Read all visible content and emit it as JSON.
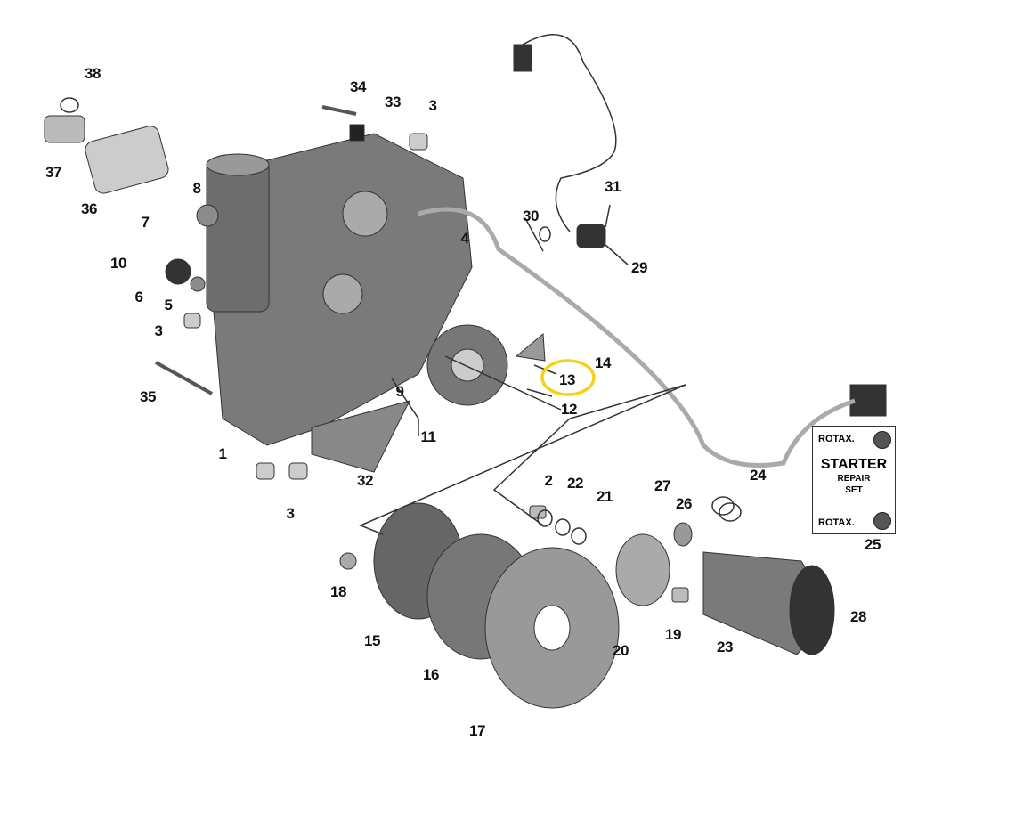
{
  "title": "Rotax engine magneto and starter parts diagram",
  "highlight_color": "#f2d21b",
  "highlighted_part": "13",
  "labels": {
    "p38": "38",
    "p37": "37",
    "p36": "36",
    "p34": "34",
    "p33": "33",
    "p3a": "3",
    "p8": "8",
    "p7": "7",
    "p10": "10",
    "p6": "6",
    "p5": "5",
    "p3b": "3",
    "p4": "4",
    "p30": "30",
    "p31": "31",
    "p29": "29",
    "p14": "14",
    "p13": "13",
    "p12": "12",
    "p9": "9",
    "p35": "35",
    "p11": "11",
    "p1": "1",
    "p32": "32",
    "p3c": "3",
    "p2": "2",
    "p22": "22",
    "p21": "21",
    "p27": "27",
    "p26": "26",
    "p24": "24",
    "p25": "25",
    "p18": "18",
    "p28": "28",
    "p15": "15",
    "p19": "19",
    "p20": "20",
    "p23": "23",
    "p16": "16",
    "p17": "17"
  },
  "card": {
    "brand": "ROTAX.",
    "title": "STARTER",
    "line2": "REPAIR",
    "line3": "SET"
  }
}
